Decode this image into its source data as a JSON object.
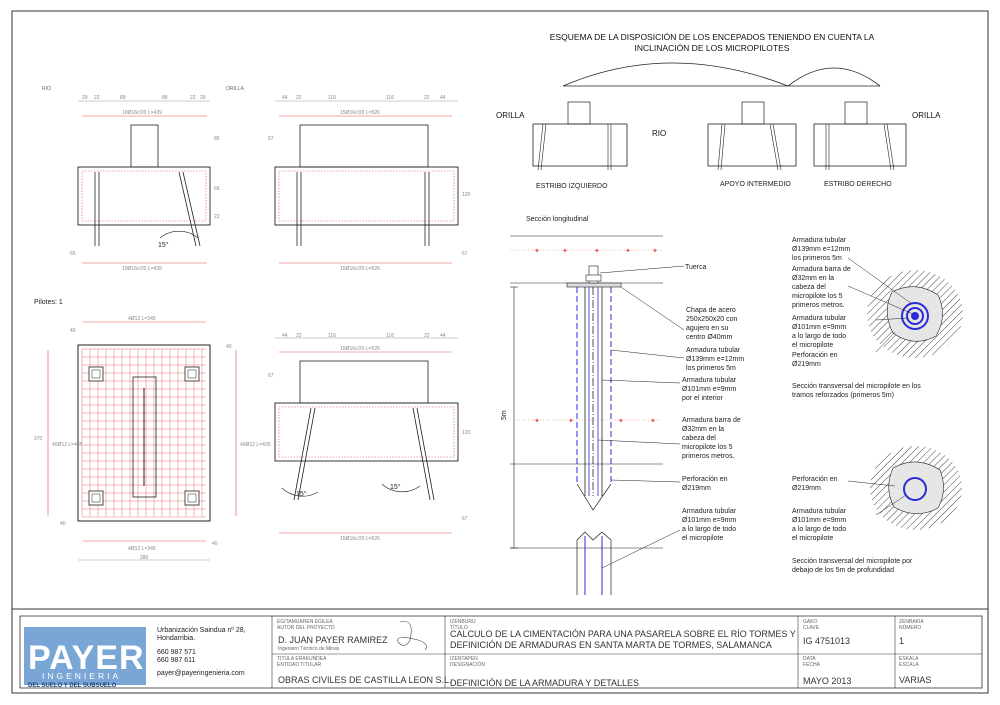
{
  "labels": {
    "rio_left": "RIO",
    "orilla_top": "ORILLA",
    "pilotes": "Pilotes: 1",
    "scheme_title_1": "ESQUEMA DE LA DISPOSICIÓN DE LOS ENCEPADOS TENIENDO EN CUENTA LA",
    "scheme_title_2": "INCLINACIÓN DE LOS MICROPILOTES",
    "orilla_left": "ORILLA",
    "rio_center": "RIO",
    "orilla_right": "ORILLA",
    "estribo_izq": "ESTRIBO IZQUIERDO",
    "apoyo": "APOYO INTERMEDIO",
    "estribo_der": "ESTRIBO DERECHO",
    "seccion_long": "Sección longitudinal",
    "tuerca": "Tuerca",
    "chapa": [
      "Chapa de acero",
      "250x250x20 con",
      "agujero en su",
      "centro Ø40mm"
    ],
    "arm139": [
      "Armadura tubular",
      "Ø139mm e=12mm",
      "los primeros 5m"
    ],
    "arm101_int": [
      "Armadura tubular",
      "Ø101mm e=9mm",
      "por el interior"
    ],
    "barra32": [
      "Armadura barra de",
      "Ø32mm en la",
      "cabeza del",
      "micropilote los 5",
      "primeros metros."
    ],
    "perf": [
      "Perforación en",
      "Ø219mm"
    ],
    "arm101_todo": [
      "Armadura tubular",
      "Ø101mm e=9mm",
      "a lo largo de todo",
      "el micropilote"
    ],
    "five_m": "5m",
    "r_arm139": [
      "Armadura tubular",
      "Ø139mm e=12mm",
      "los primeros 5m"
    ],
    "r_barra32": [
      "Armadura barra de",
      "Ø32mm en la",
      "cabeza del",
      "micropilote los 5",
      "primeros metros."
    ],
    "r_arm101_a": [
      "Armadura tubular",
      "Ø101mm e=9mm",
      "a lo largo de todo",
      "el micropilote"
    ],
    "r_perf_a": [
      "Perforación en",
      "Ø219mm"
    ],
    "sec_reforz": [
      "Sección transversal del micropilote en los",
      "tramos reforzados (primeros 5m)"
    ],
    "r_perf_b": [
      "Perforación en",
      "Ø219mm"
    ],
    "r_arm101_b": [
      "Armadura tubular",
      "Ø101mm e=9mm",
      "a lo largo de todo",
      "el micropilote"
    ],
    "sec_prof": [
      "Sección transversal del micropilote por",
      "debajo de los 5m de profundidad"
    ],
    "angle": "15°"
  },
  "dims": {
    "top1": [
      "29",
      "22",
      "89",
      "89",
      "22",
      "29"
    ],
    "top2": [
      "44",
      "22",
      "116",
      "116",
      "22",
      "44"
    ],
    "bar_a": "10Ø16c/20 L=439",
    "bar_b": "15Ø16c/20 L=526",
    "bar_c": "4Ø12 L=345",
    "bar_d": "40Ø12 L=435",
    "v1": [
      "85",
      "66",
      "22",
      "65"
    ],
    "v2": [
      "67",
      "120",
      "67"
    ],
    "v3": [
      "40",
      "370",
      "40"
    ],
    "w280": "280"
  },
  "title_block": {
    "company_logo": "PAYER",
    "company_logo_sub": "INGENIERIA",
    "company_tagline": "DEL SUELO Y DEL SUBSUELO",
    "address": [
      "Urbanización Saindua nº 28,",
      "Hondarribia."
    ],
    "phones": [
      "660 987 571",
      "660 987 611"
    ],
    "email": "payer@payeringenieria.com",
    "author_header": [
      "EGITAMUAREN EGILEA",
      "AUTOR DEL PROYECTO"
    ],
    "author": "D. JUAN PAYER RAMIREZ",
    "author_role": "Ingeniero Técnico de Minas",
    "owner_header": [
      "TITULA ERAKUNDEA",
      "ENTIDAD TITULAR"
    ],
    "owner": "OBRAS CIVILES DE CASTILLA LEON S.L.",
    "title_header": [
      "IZENBURU",
      "TÍTULO"
    ],
    "title": [
      "CALCULO DE LA CIMENTACIÓN PARA UNA PASARELA SOBRE EL RÍO TORMES Y",
      "DEFINICIÓN DE ARMADURAS EN SANTA MARTA DE TORMES, SALAMANCA"
    ],
    "designation_header": [
      "IZENTAPEN",
      "DESIGNACIÓN"
    ],
    "designation": "Definición de la armadura y detalles",
    "key_header": [
      "GAKO",
      "CLAVE"
    ],
    "key": "IG 4751013",
    "number_header": [
      "ZENBAKIA",
      "NÚMERO"
    ],
    "number": "1",
    "date_header": [
      "DATA",
      "FECHA"
    ],
    "date": "MAYO 2013",
    "scale_header": [
      "ESKALA",
      "ESCALA"
    ],
    "scale": "VARIAS"
  },
  "colors": {
    "rebar": "#e05050",
    "logo_blue": "#7aa6d6",
    "tube_blue": "#2b2bd9",
    "line": "#222222"
  }
}
